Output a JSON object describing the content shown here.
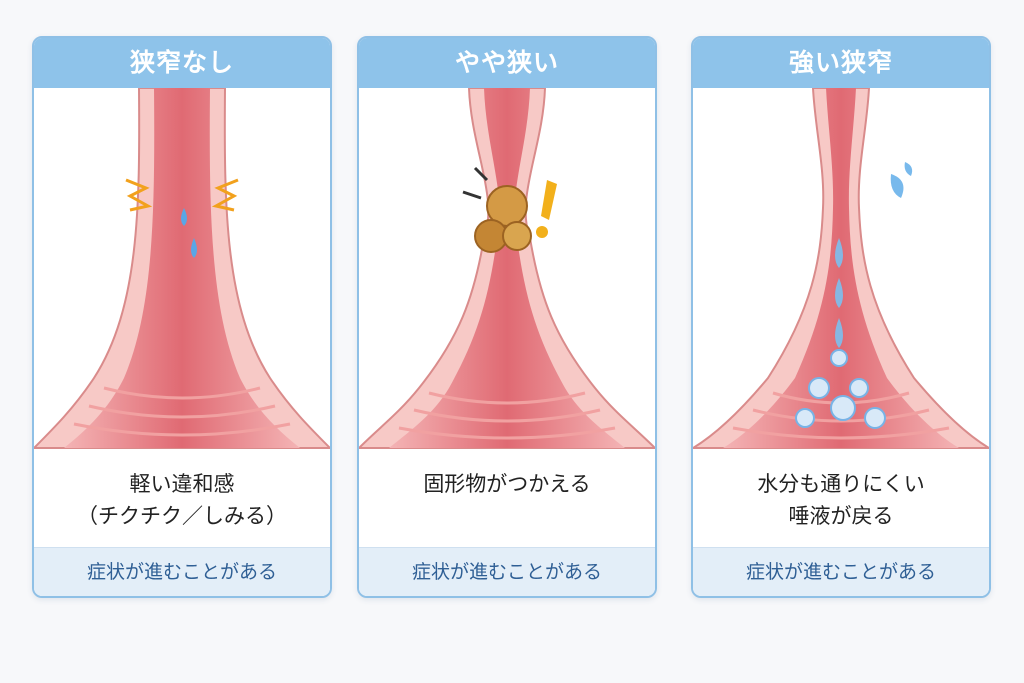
{
  "panels": [
    {
      "title": "狭窄なし",
      "desc_lines": [
        "軽い違和感",
        "（チクチク／しみる）"
      ],
      "footer": "症状が進むことがある"
    },
    {
      "title": "やや狭い",
      "desc_lines": [
        "固形物がつかえる"
      ],
      "footer": "症状が進むことがある"
    },
    {
      "title": "強い狭窄",
      "desc_lines": [
        "水分も通りにくい",
        "唾液が戻る"
      ],
      "footer": "症状が進むことがある"
    }
  ],
  "icons": {
    "panel1": [
      "irritation-spark-icon",
      "droplet-icon"
    ],
    "panel2": [
      "food-lump-icon",
      "exclamation-icon"
    ],
    "panel3": [
      "water-droplets-icon",
      "bubbles-icon"
    ]
  },
  "colors": {
    "header": "#8ec3ea",
    "footer_bg": "#e3eef8",
    "footer_text": "#2f5f95",
    "tissue": "#f2a9a9",
    "lumen": "#e56f78"
  }
}
